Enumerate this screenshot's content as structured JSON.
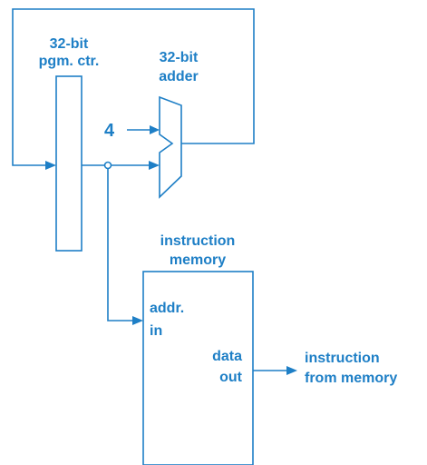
{
  "colors": {
    "accent": "#1e7fc6",
    "background": "#ffffff"
  },
  "labels": {
    "counter_line1": "32-bit",
    "counter_line2": "pgm. ctr.",
    "adder_line1": "32-bit",
    "adder_line2": "adder",
    "increment": "4",
    "memory_title_line1": "instruction",
    "memory_title_line2": "memory",
    "addr_line1": "addr.",
    "addr_line2": "in",
    "data_line1": "data",
    "data_line2": "out",
    "output_line1": "instruction",
    "output_line2": "from memory"
  }
}
